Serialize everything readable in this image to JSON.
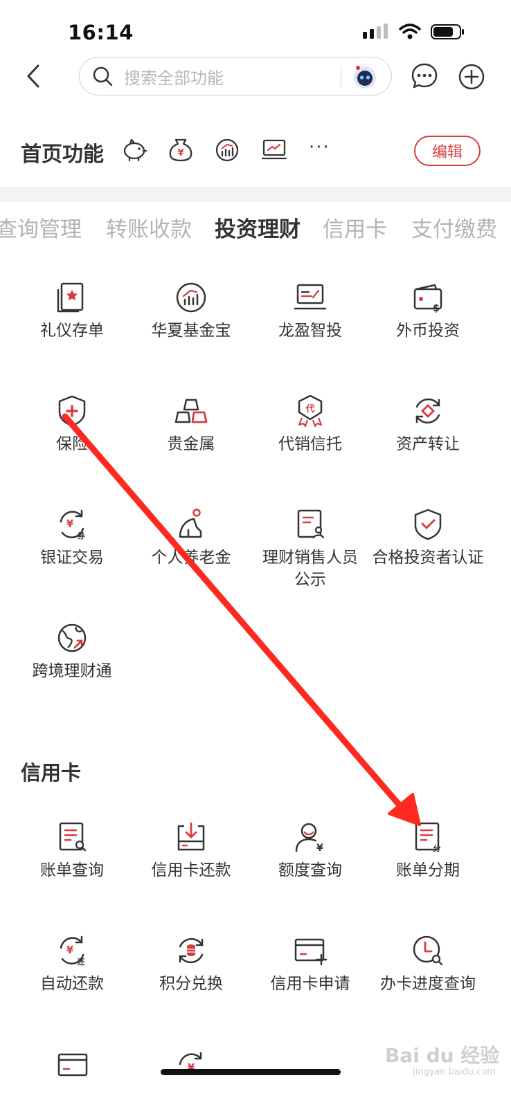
{
  "status": {
    "time": "16:14"
  },
  "search": {
    "placeholder": "搜索全部功能"
  },
  "home_functions": {
    "title": "首页功能",
    "more": "···",
    "edit_label": "编辑"
  },
  "tabs": [
    {
      "label": "查询管理"
    },
    {
      "label": "转账收款"
    },
    {
      "label": "投资理财"
    },
    {
      "label": "信用卡"
    },
    {
      "label": "支付缴费"
    }
  ],
  "investment": {
    "items": [
      {
        "label": "礼仪存单",
        "icon": "gift-certificate-icon"
      },
      {
        "label": "华夏基金宝",
        "icon": "fund-chart-icon"
      },
      {
        "label": "龙盈智投",
        "icon": "laptop-chart-icon"
      },
      {
        "label": "外币投资",
        "icon": "foreign-currency-wallet-icon"
      },
      {
        "label": "保险",
        "icon": "insurance-shield-icon"
      },
      {
        "label": "贵金属",
        "icon": "gold-bars-icon"
      },
      {
        "label": "代销信托",
        "icon": "trust-badge-icon"
      },
      {
        "label": "资产转让",
        "icon": "asset-transfer-icon"
      },
      {
        "label": "银证交易",
        "icon": "securities-exchange-icon"
      },
      {
        "label": "个人养老金",
        "icon": "pension-person-icon"
      },
      {
        "label": "理财销售人员公示",
        "icon": "salesperson-notice-icon"
      },
      {
        "label": "合格投资者认证",
        "icon": "investor-certification-icon"
      },
      {
        "label": "跨境理财通",
        "icon": "cross-border-globe-icon"
      }
    ]
  },
  "credit_card": {
    "title": "信用卡",
    "items": [
      {
        "label": "账单查询",
        "icon": "bill-search-icon"
      },
      {
        "label": "信用卡还款",
        "icon": "card-repayment-icon"
      },
      {
        "label": "额度查询",
        "icon": "credit-limit-icon"
      },
      {
        "label": "账单分期",
        "icon": "bill-installment-icon"
      },
      {
        "label": "自动还款",
        "icon": "auto-repayment-icon"
      },
      {
        "label": "积分兑换",
        "icon": "points-exchange-icon"
      },
      {
        "label": "信用卡申请",
        "icon": "card-apply-icon"
      },
      {
        "label": "办卡进度查询",
        "icon": "application-progress-icon"
      }
    ]
  },
  "watermark": {
    "brand": "Bai du 经验",
    "url": "jingyan.baidu.com"
  },
  "colors": {
    "accent": "#d83c43",
    "arrow": "#ff2a1f",
    "text": "#333333",
    "muted": "#b3b3b3"
  }
}
